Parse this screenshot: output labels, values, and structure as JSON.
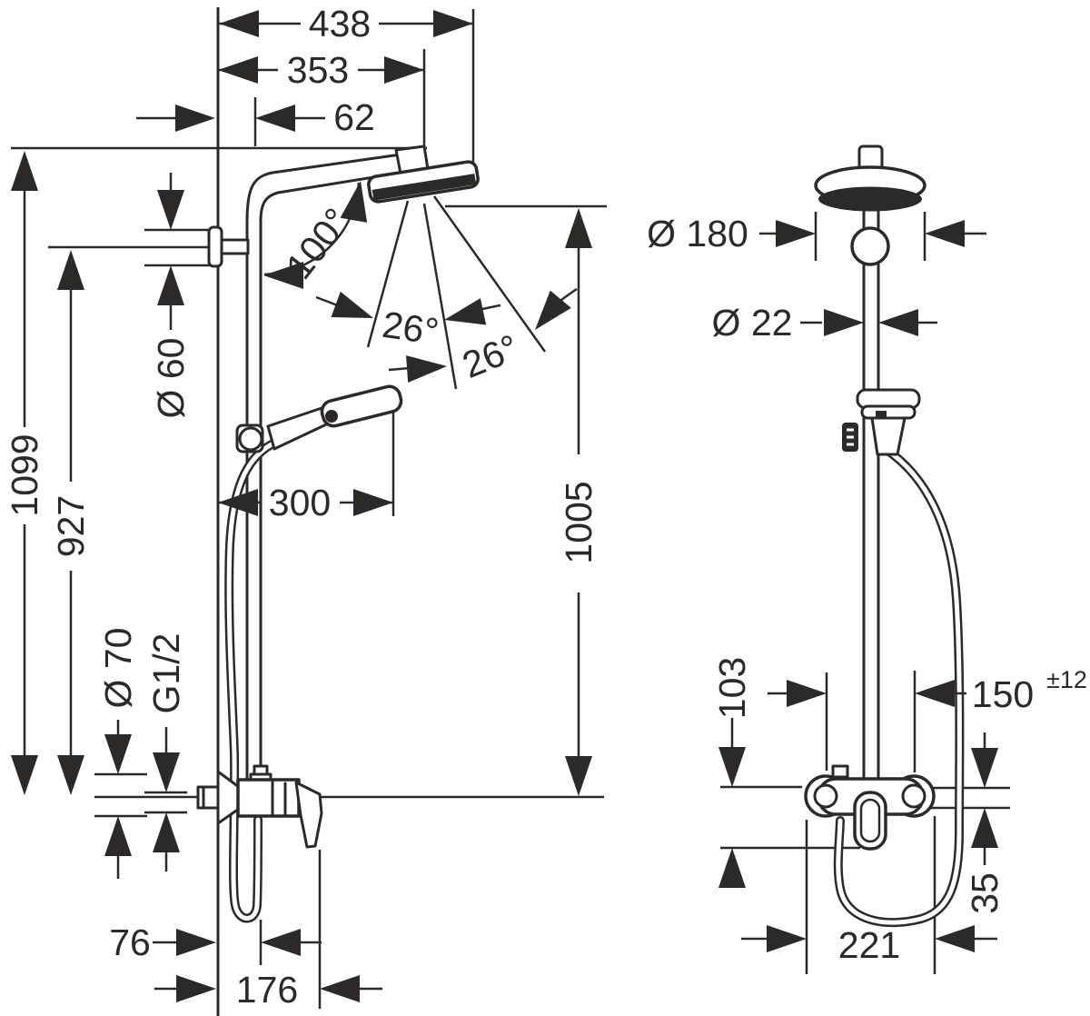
{
  "colors": {
    "line": "#2b2a29",
    "background": "#ffffff"
  },
  "side_view": {
    "horizontal_dims": {
      "overall_reach": "438",
      "head_center": "353",
      "pipe_offset": "62",
      "handshower_reach": "300",
      "base_offset": "76",
      "valve_depth": "176"
    },
    "vertical_dims": {
      "overall_height": "1099",
      "bracket_height": "927",
      "head_drop": "1005"
    },
    "diameters": {
      "bracket": "Ø 60",
      "escutcheon": "Ø 70",
      "thread": "G1/2"
    },
    "angles": {
      "arm": "100°",
      "spray_inner": "26°",
      "spray_outer": "26°"
    }
  },
  "front_view": {
    "diameters": {
      "head": "Ø 180",
      "pipe": "Ø 22"
    },
    "dims": {
      "handle_drop": "103",
      "connection_spacing": "150",
      "connection_tolerance": "±12",
      "outlet_offset": "35",
      "valve_overall": "221"
    }
  }
}
